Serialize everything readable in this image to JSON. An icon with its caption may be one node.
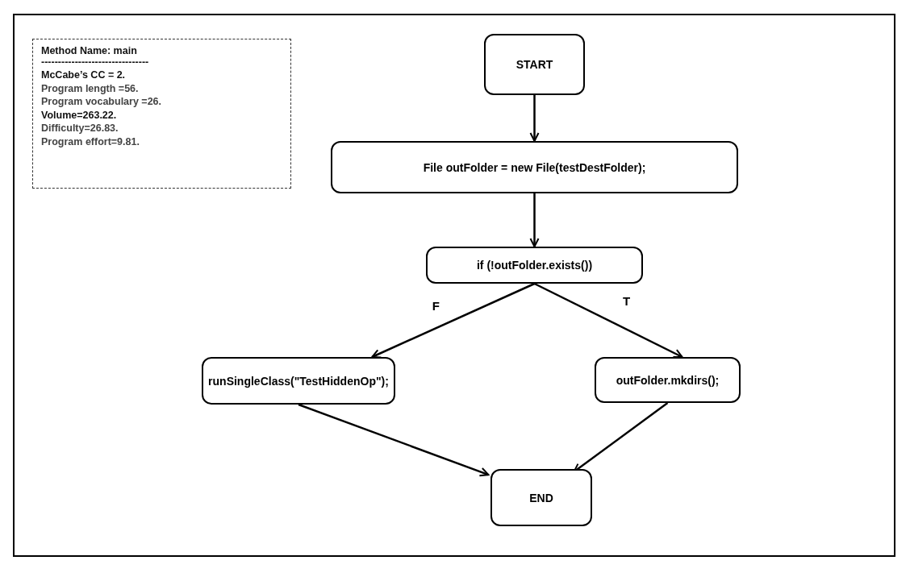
{
  "diagram": {
    "nodes": [
      {
        "text": [
          "Method Name: main",
          "--------------------------------",
          "McCabe’s CC = 2.",
          "Program length =56.",
          "Program vocabulary =26.",
          "Volume=263.22.",
          "Difficulty=26.83.",
          "Program effort=9.81."
        ]
      },
      {
        "text": [
          "START"
        ]
      },
      {
        "text": [
          "File outFolder = new File(testDestFolder);"
        ]
      },
      {
        "text": [
          "if (!outFolder.exists())"
        ]
      },
      {
        "text": [
          "runSingleClass(\"TestHiddenOp\");"
        ]
      },
      {
        "text": [
          "outFolder.mkdirs();"
        ]
      },
      {
        "text": [
          "END"
        ]
      }
    ],
    "edges": [
      {
        "from": 1,
        "to": 2,
        "arrow": "to"
      },
      {
        "from": 2,
        "to": 3,
        "arrow": "to"
      },
      {
        "from": 3,
        "to": 4,
        "arrow": "to",
        "label": "F"
      },
      {
        "from": 3,
        "to": 5,
        "arrow": "to",
        "label": "T"
      },
      {
        "from": 4,
        "to": 6,
        "arrow": "to"
      },
      {
        "from": 5,
        "to": 6,
        "arrow": "to"
      }
    ]
  }
}
